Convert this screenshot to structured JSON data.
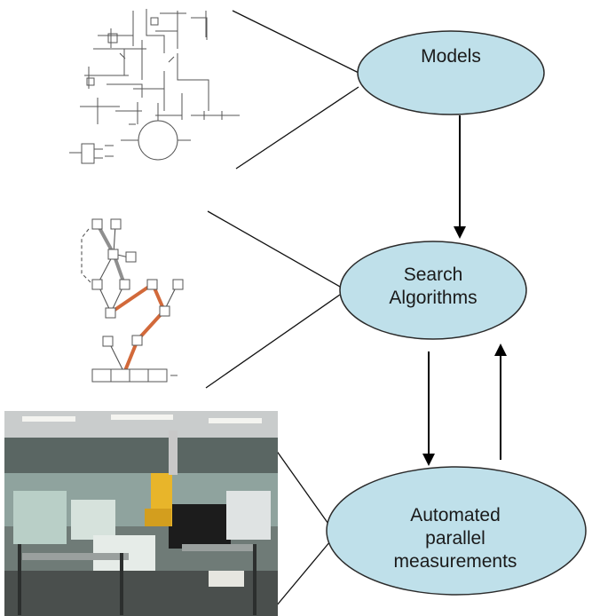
{
  "nodes": [
    {
      "id": "models",
      "label_lines": [
        "Models"
      ]
    },
    {
      "id": "search",
      "label_lines": [
        "Search",
        "Algorithms"
      ]
    },
    {
      "id": "automated",
      "label_lines": [
        "Automated",
        "parallel",
        "measurements"
      ]
    }
  ],
  "edges": [
    {
      "from": "models",
      "to": "search",
      "direction": "down"
    },
    {
      "from": "search",
      "to": "automated",
      "direction": "down"
    },
    {
      "from": "automated",
      "to": "search",
      "direction": "up"
    }
  ],
  "colors": {
    "ellipse_fill": "#bfe0ea",
    "ellipse_stroke": "#2b2b2b",
    "tree_highlight": "#d2693a",
    "tree_gray": "#8f8f8f",
    "robot": "#e8b52a"
  },
  "illustrations": [
    {
      "id": "circuit-schematic",
      "connects_to": "models"
    },
    {
      "id": "search-tree",
      "connects_to": "search"
    },
    {
      "id": "lab-robot-photo",
      "connects_to": "automated"
    }
  ]
}
